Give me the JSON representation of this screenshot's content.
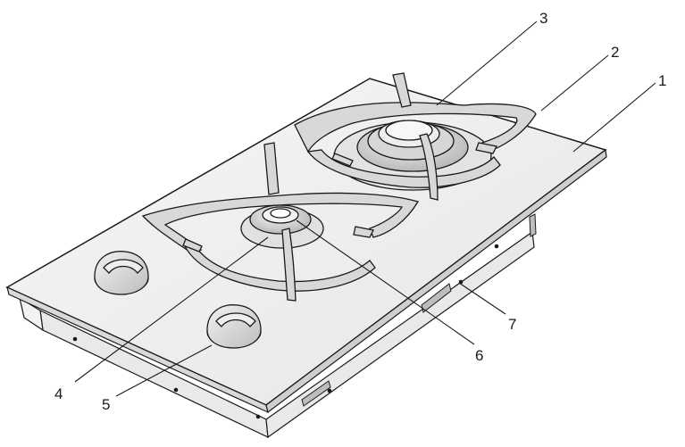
{
  "diagram": {
    "callouts": [
      {
        "id": "1",
        "label": "1"
      },
      {
        "id": "2",
        "label": "2"
      },
      {
        "id": "3",
        "label": "3"
      },
      {
        "id": "4",
        "label": "4"
      },
      {
        "id": "5",
        "label": "5"
      },
      {
        "id": "6",
        "label": "6"
      },
      {
        "id": "7",
        "label": "7"
      }
    ],
    "colors": {
      "line": "#1a1a1a",
      "panel": "#efefef",
      "grate": "#d4d4d4",
      "knob": "#dcdcdc",
      "burner": "#c8c8c8"
    }
  }
}
